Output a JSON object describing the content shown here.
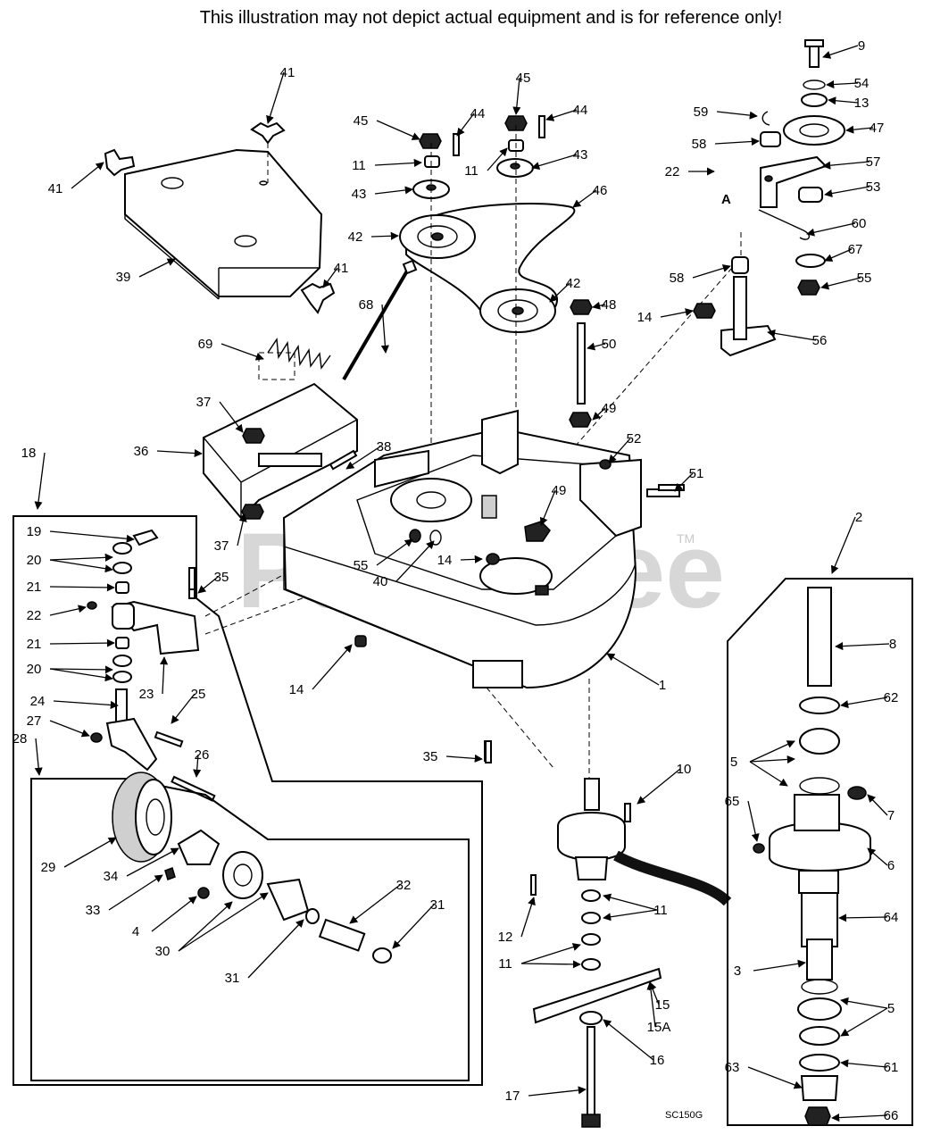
{
  "disclaimer": "This illustration may not depict actual equipment and is for reference only!",
  "watermark": "PartsTree",
  "trademark": "TM",
  "diagram_code": "SC150G",
  "section_marker": "A",
  "callouts": [
    {
      "id": "c41a",
      "label": "41"
    },
    {
      "id": "c41b",
      "label": "41"
    },
    {
      "id": "c41c",
      "label": "41"
    },
    {
      "id": "c39",
      "label": "39"
    },
    {
      "id": "c45a",
      "label": "45"
    },
    {
      "id": "c44a",
      "label": "44"
    },
    {
      "id": "c45b",
      "label": "45"
    },
    {
      "id": "c44b",
      "label": "44"
    },
    {
      "id": "c11a",
      "label": "11"
    },
    {
      "id": "c11b",
      "label": "11"
    },
    {
      "id": "c43a",
      "label": "43"
    },
    {
      "id": "c43b",
      "label": "43"
    },
    {
      "id": "c42a",
      "label": "42"
    },
    {
      "id": "c42b",
      "label": "42"
    },
    {
      "id": "c46",
      "label": "46"
    },
    {
      "id": "c9",
      "label": "9"
    },
    {
      "id": "c54",
      "label": "54"
    },
    {
      "id": "c13",
      "label": "13"
    },
    {
      "id": "c59",
      "label": "59"
    },
    {
      "id": "c47",
      "label": "47"
    },
    {
      "id": "c58a",
      "label": "58"
    },
    {
      "id": "c57",
      "label": "57"
    },
    {
      "id": "c22a",
      "label": "22"
    },
    {
      "id": "c53",
      "label": "53"
    },
    {
      "id": "c60",
      "label": "60"
    },
    {
      "id": "c67",
      "label": "67"
    },
    {
      "id": "c58b",
      "label": "58"
    },
    {
      "id": "c55a",
      "label": "55"
    },
    {
      "id": "c14a",
      "label": "14"
    },
    {
      "id": "c56",
      "label": "56"
    },
    {
      "id": "c48",
      "label": "48"
    },
    {
      "id": "c50",
      "label": "50"
    },
    {
      "id": "c49a",
      "label": "49"
    },
    {
      "id": "c68",
      "label": "68"
    },
    {
      "id": "c69",
      "label": "69"
    },
    {
      "id": "c37a",
      "label": "37"
    },
    {
      "id": "c36",
      "label": "36"
    },
    {
      "id": "c38",
      "label": "38"
    },
    {
      "id": "c52",
      "label": "52"
    },
    {
      "id": "c51",
      "label": "51"
    },
    {
      "id": "c49b",
      "label": "49"
    },
    {
      "id": "c37b",
      "label": "37"
    },
    {
      "id": "c55b",
      "label": "55"
    },
    {
      "id": "c40",
      "label": "40"
    },
    {
      "id": "c14b",
      "label": "14"
    },
    {
      "id": "c18",
      "label": "18"
    },
    {
      "id": "c19",
      "label": "19"
    },
    {
      "id": "c20a",
      "label": "20"
    },
    {
      "id": "c21a",
      "label": "21"
    },
    {
      "id": "c22b",
      "label": "22"
    },
    {
      "id": "c35a",
      "label": "35"
    },
    {
      "id": "c21b",
      "label": "21"
    },
    {
      "id": "c20b",
      "label": "20"
    },
    {
      "id": "c23",
      "label": "23"
    },
    {
      "id": "c24",
      "label": "24"
    },
    {
      "id": "c25",
      "label": "25"
    },
    {
      "id": "c27",
      "label": "27"
    },
    {
      "id": "c28",
      "label": "28"
    },
    {
      "id": "c26",
      "label": "26"
    },
    {
      "id": "c14c",
      "label": "14"
    },
    {
      "id": "c1",
      "label": "1"
    },
    {
      "id": "c2",
      "label": "2"
    },
    {
      "id": "c8",
      "label": "8"
    },
    {
      "id": "c62",
      "label": "62"
    },
    {
      "id": "c5a",
      "label": "5"
    },
    {
      "id": "c7",
      "label": "7"
    },
    {
      "id": "c65",
      "label": "65"
    },
    {
      "id": "c6",
      "label": "6"
    },
    {
      "id": "c64",
      "label": "64"
    },
    {
      "id": "c3",
      "label": "3"
    },
    {
      "id": "c5b",
      "label": "5"
    },
    {
      "id": "c61",
      "label": "61"
    },
    {
      "id": "c63",
      "label": "63"
    },
    {
      "id": "c66",
      "label": "66"
    },
    {
      "id": "c35b",
      "label": "35"
    },
    {
      "id": "c10",
      "label": "10"
    },
    {
      "id": "c12",
      "label": "12"
    },
    {
      "id": "c11c",
      "label": "11"
    },
    {
      "id": "c11d",
      "label": "11"
    },
    {
      "id": "c15",
      "label": "15"
    },
    {
      "id": "c15a",
      "label": "15A"
    },
    {
      "id": "c16",
      "label": "16"
    },
    {
      "id": "c17",
      "label": "17"
    },
    {
      "id": "c29",
      "label": "29"
    },
    {
      "id": "c34",
      "label": "34"
    },
    {
      "id": "c33",
      "label": "33"
    },
    {
      "id": "c4",
      "label": "4"
    },
    {
      "id": "c30",
      "label": "30"
    },
    {
      "id": "c32",
      "label": "32"
    },
    {
      "id": "c31a",
      "label": "31"
    },
    {
      "id": "c31b",
      "label": "31"
    }
  ]
}
